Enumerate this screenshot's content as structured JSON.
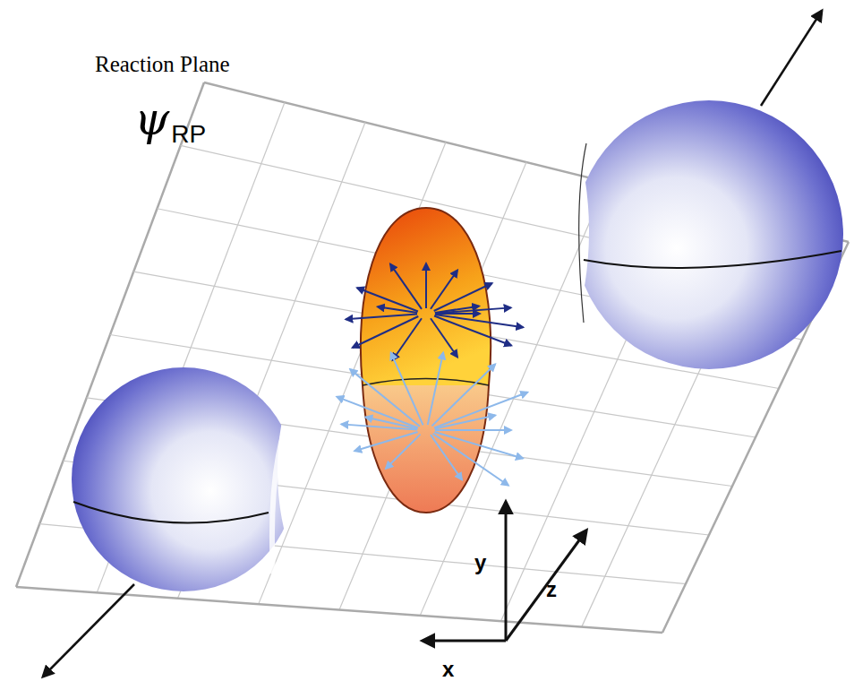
{
  "diagram": {
    "labels": [
      "Reaction Plane",
      "ψ",
      "RP",
      "y",
      "z",
      "x"
    ]
  }
}
